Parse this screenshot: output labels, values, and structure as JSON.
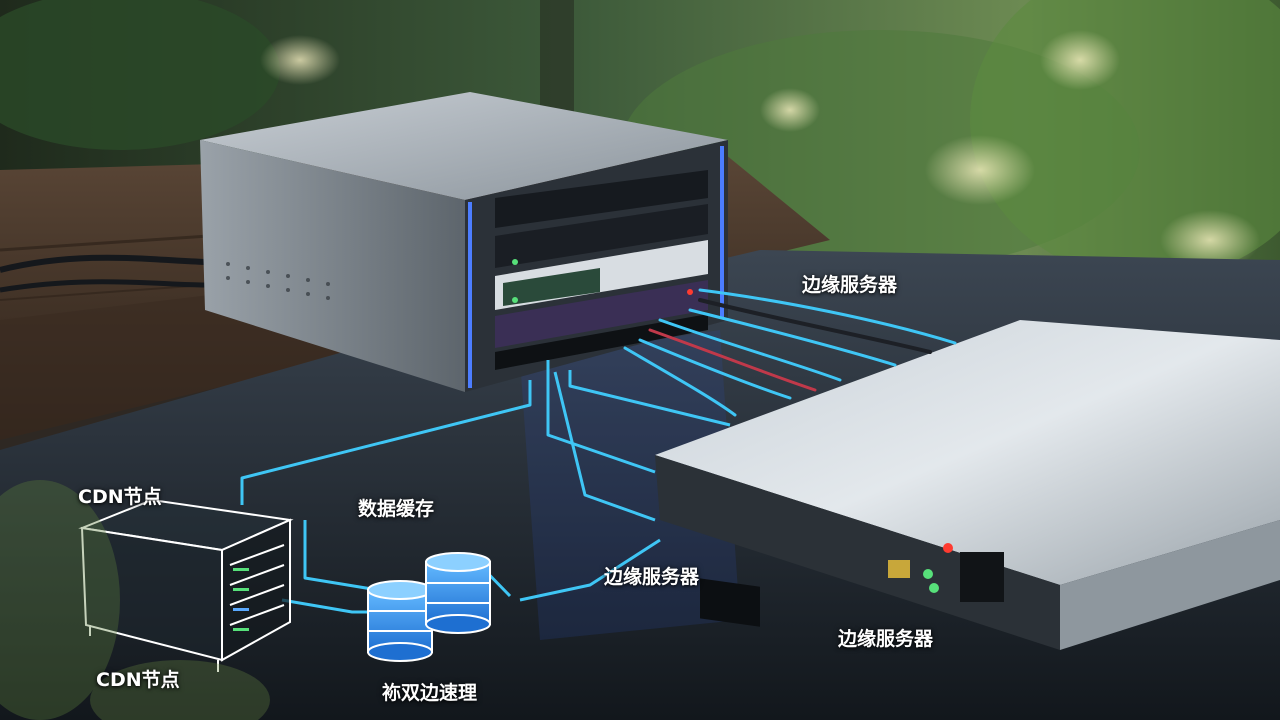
{
  "labels": {
    "edge_server_top": "边缘服务器",
    "cdn_node_top": "CDN节点",
    "data_cache": "数据缓存",
    "edge_server_mid": "边缘服务器",
    "edge_server_bottom": "边缘服务器",
    "cdn_node_bottom": "CDN节点",
    "bottom_caption": "袮双边速理"
  },
  "colors": {
    "connection_line": "#3fc6f5",
    "cable_dark": "#1d2026",
    "cable_red": "#c0394a",
    "led_green": "#57e07a",
    "led_red": "#ff3b30",
    "rack_glow": "#3d6bff",
    "db_icon": "#2f8fe0"
  },
  "icons": [
    "server-rack-icon",
    "database-stack-icon"
  ]
}
